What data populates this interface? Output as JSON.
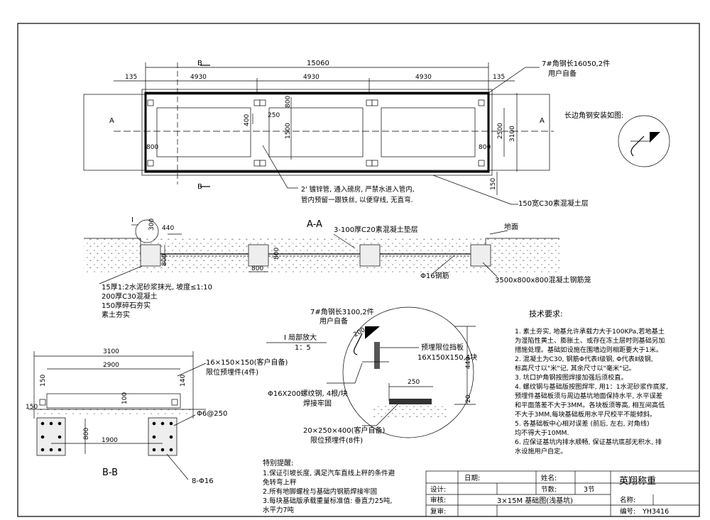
{
  "plan": {
    "dim_total": "15060",
    "dim_left_margin": "135",
    "dim_right_margin": "135",
    "dim_bay": "4930",
    "dim_250": "250",
    "dim_400": "400",
    "dim_800_top": "800",
    "dim_1500": "1500",
    "dim_800_left": "800",
    "dim_800_right": "800",
    "dim_2500": "2500",
    "dim_3100": "3100",
    "dim_150": "150",
    "section_b_top": "B",
    "section_b_bottom": "B",
    "section_a_left": "A",
    "section_a_right": "A",
    "note_angle_steel": "7#角钢长16050,2件",
    "note_user_supply": "用户自备",
    "note_corner_install": "长边角钢安装如图:",
    "note_pipe_1": "2' 镀锌管, 通入磅房, 严禁水进入管内,",
    "note_pipe_2": "管内预留一跟铁丝, 以便穿线, 无直弯.",
    "note_concrete_layer": "150宽C30素混凝土层"
  },
  "section_aa": {
    "title": "A-A",
    "mark_i": "I",
    "dim_300": "300",
    "dim_440": "440",
    "dim_800_v": "800",
    "dim_800_h": "800",
    "dim_800_r": "800",
    "note_cushion": "3-100厚C20素混凝土垫层",
    "note_ground": "地面",
    "note_rebar": "Φ16钢筋",
    "note_cage": "3500x800x800混凝土钢筋笼",
    "layer_1": "15厚1:2水泥砂浆抹光, 坡度≤1:10",
    "layer_2": "200厚C30混凝土",
    "layer_3": "150厚碎石夯实",
    "layer_4": "素土夯实"
  },
  "detail_i": {
    "angle_note": "7#角钢长3100,2件",
    "user_supply": "用户自备",
    "title": "I 局部放大",
    "scale": "1：5",
    "dim_200": "200",
    "dim_250": "250",
    "dim_440": "440",
    "dim_20": "20",
    "stop_plate": "预埋限位挡板",
    "stop_plate_size": "16X150X150,4块",
    "bolt_1": "Φ16X200螺纹钢, 4根/块",
    "bolt_2": "焊接牢固",
    "embed_1": "20×250×400(客户自备)",
    "embed_2": "限位预埋件(8件)"
  },
  "section_bb": {
    "title": "B-B",
    "dim_3100": "3100",
    "dim_2900": "2900",
    "dim_150_v": "150",
    "dim_150_h": "150",
    "dim_100": "100",
    "dim_140": "140",
    "dim_800": "800",
    "dim_1900": "1900",
    "note_embed_1": "16×150×150(客户自备)",
    "note_embed_2": "限位预埋件(4件)",
    "note_stirrup": "Φ6@250",
    "note_main_bar": "8-Φ16"
  },
  "tips": {
    "title": "特别提醒:",
    "line1": "1.保证引坡长度, 满足汽车直线上秤的条件避",
    "line2": "免转弯上秤",
    "line3": "2.所有地脚螺栓与基础内钢筋焊接牢固",
    "line4": "3.每块基础版承载重量标准值: 垂直力25吨,",
    "line5": "水平力7吨"
  },
  "tech": {
    "title": "技术要求:",
    "lines": [
      "1. 素土夯实, 地基允许承载力大于100KPa,若地基土",
      "为湿陷性黄土、膨胀土、或存在冻土层时则基础另加",
      "措施处理。基础如设施在围墙边则相距要大于1米。",
      "2. 混凝土为C30, 钢筋Φ代表Ⅰ级钢, Φ代表Ⅱ级钢,",
      "标高尺寸以\"米\"记, 其余尺寸以\"毫米\"记。",
      "3. 坑口护角钢按图焊接加强后须校直。",
      "4. 螺纹钢与基础版按图焊牢, 用1：1水泥砂浆作底浆,",
      "预埋件基础板须与周边基坑地面保持水平, 水平误差",
      "和平面落差不大于3MM。各块板须等高, 相互间高低",
      "不大于3MM,每块基础板用水平尺校平不能倾斜。",
      "5. 各基础板中心相对误差 (前后, 左右, 对角线)",
      "均不得大于10MM.",
      "6. 应保证基坑内排水顺畅, 保证基坑底部无积水, 排",
      "水设施用户自定。"
    ]
  },
  "title_block": {
    "date_label": "日期:",
    "name_label": "姓名:",
    "company": "英翔称重",
    "design_label": "设计:",
    "section_count_label": "节数:",
    "section_count_value": "3节",
    "drawing_title": "3×15M 基础图(浅基坑)",
    "review_label": "审核:",
    "name2_label": "名称:",
    "recheck_label": "复审:",
    "number_label": "编号:",
    "number_value": "YH3416"
  }
}
